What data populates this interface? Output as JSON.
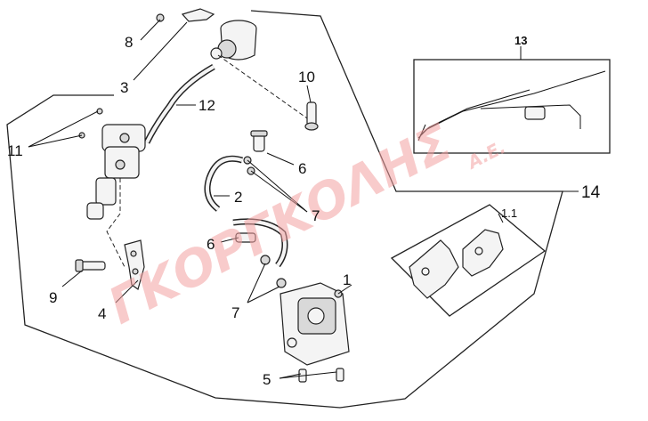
{
  "diagram": {
    "callouts": {
      "c1": "1",
      "c1_1": "1.1",
      "c2": "2",
      "c3": "3",
      "c4": "4",
      "c5": "5",
      "c6a": "6",
      "c6b": "6",
      "c7a": "7",
      "c7b": "7",
      "c8": "8",
      "c9": "9",
      "c10": "10",
      "c11": "11",
      "c12": "12",
      "c13": "13",
      "c14": "14"
    },
    "watermark": {
      "main": "ΓΚΟΡΓΚΟΛΗΣ",
      "suffix": "Α.Ε."
    }
  }
}
